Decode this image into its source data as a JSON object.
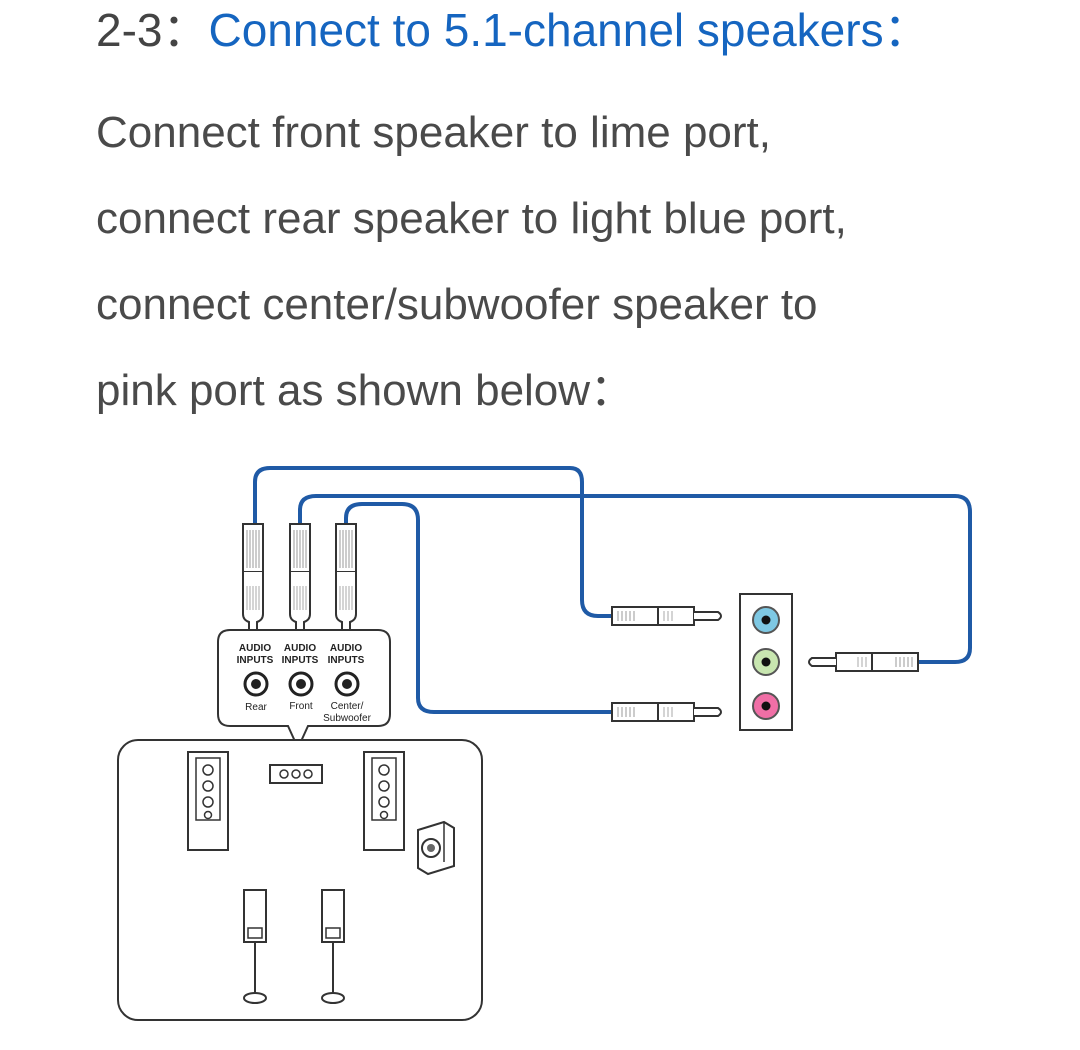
{
  "heading": {
    "number": "2-3：",
    "title": "Connect to 5.1-channel speakers："
  },
  "body_lines": [
    "Connect front speaker to lime port,",
    "connect rear speaker to light blue port,",
    "connect center/subwoofer speaker to",
    "pink port as shown below："
  ],
  "diagram": {
    "inputs": [
      {
        "line1": "AUDIO",
        "line2": "INPUTS"
      },
      {
        "line1": "AUDIO",
        "line2": "INPUTS"
      },
      {
        "line1": "AUDIO",
        "line2": "INPUTS"
      }
    ],
    "jack_labels": {
      "rear": "Rear",
      "front": "Front",
      "center_line1": "Center/",
      "center_line2": "Subwoofer"
    },
    "colors": {
      "cable": "#1f5aa6",
      "light_blue_port": "#7ec8e3",
      "lime_port": "#c8e6b0",
      "pink_port": "#f06fa6"
    }
  }
}
